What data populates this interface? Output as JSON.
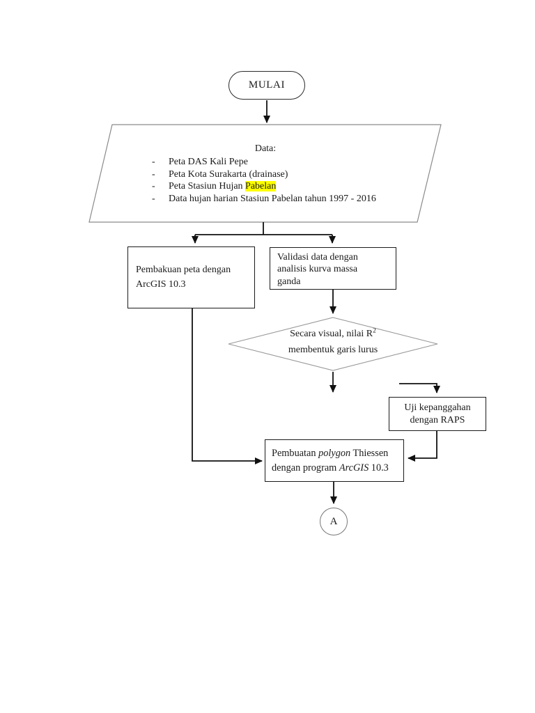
{
  "document": {
    "background_color": "#ffffff",
    "line_color": "#111111",
    "highlight_color": "#ffff00"
  },
  "flowchart": {
    "start": {
      "label": "MULAI"
    },
    "data_input": {
      "title": "Data:",
      "items": [
        {
          "bullet": "-",
          "text": "Peta DAS Kali Pepe"
        },
        {
          "bullet": "-",
          "text": "Peta Kota Surakarta (drainase)"
        },
        {
          "bullet": "-",
          "text": "Peta Stasiun Hujan ",
          "highlight": "Pabelan"
        },
        {
          "bullet": "-",
          "text": "Data hujan harian Stasiun Pabelan tahun 1997 - 2016"
        }
      ]
    },
    "process_map": {
      "line1": "Pembakuan peta dengan",
      "line2": "ArcGIS 10.3"
    },
    "process_validation": {
      "line1": "Validasi data dengan",
      "line2": "analisis kurva massa",
      "line3": "ganda"
    },
    "decision": {
      "line1": "Secara visual, nilai R",
      "superscript": "2",
      "line2": "membentuk garis lurus"
    },
    "process_raps": {
      "line1": "Uji kepanggahan",
      "line2": "dengan RAPS"
    },
    "process_thiessen": {
      "line1_a": "Pembuatan ",
      "line1_b": "polygon",
      "line1_c": " Thiessen",
      "line2_a": "dengan program ",
      "line2_b": "ArcGIS",
      "line2_c": " 10.3"
    },
    "off_page_connector": {
      "label": "A"
    }
  }
}
